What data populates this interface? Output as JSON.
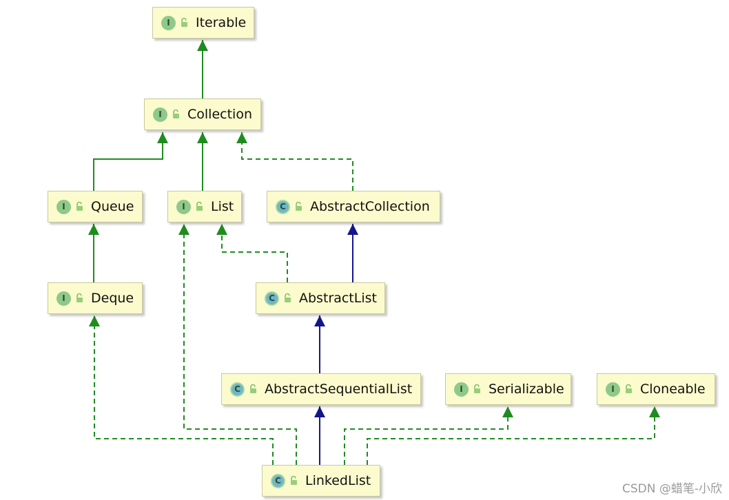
{
  "nodes": [
    {
      "id": "iterable",
      "label": "Iterable",
      "kind": "interface",
      "badge": "I"
    },
    {
      "id": "collection",
      "label": "Collection",
      "kind": "interface",
      "badge": "I"
    },
    {
      "id": "queue",
      "label": "Queue",
      "kind": "interface",
      "badge": "I"
    },
    {
      "id": "list",
      "label": "List",
      "kind": "interface",
      "badge": "I"
    },
    {
      "id": "abstractcollection",
      "label": "AbstractCollection",
      "kind": "abstract-class",
      "badge": "C"
    },
    {
      "id": "deque",
      "label": "Deque",
      "kind": "interface",
      "badge": "I"
    },
    {
      "id": "abstractlist",
      "label": "AbstractList",
      "kind": "abstract-class",
      "badge": "C"
    },
    {
      "id": "abstractsequentiallist",
      "label": "AbstractSequentialList",
      "kind": "abstract-class",
      "badge": "C"
    },
    {
      "id": "serializable",
      "label": "Serializable",
      "kind": "interface",
      "badge": "I"
    },
    {
      "id": "cloneable",
      "label": "Cloneable",
      "kind": "interface",
      "badge": "I"
    },
    {
      "id": "linkedlist",
      "label": "LinkedList",
      "kind": "class",
      "badge": "C"
    }
  ],
  "edges": [
    {
      "from": "collection",
      "to": "iterable",
      "type": "extends-interface"
    },
    {
      "from": "queue",
      "to": "collection",
      "type": "extends-interface"
    },
    {
      "from": "list",
      "to": "collection",
      "type": "extends-interface"
    },
    {
      "from": "abstractcollection",
      "to": "collection",
      "type": "implements"
    },
    {
      "from": "deque",
      "to": "queue",
      "type": "extends-interface"
    },
    {
      "from": "abstractlist",
      "to": "list",
      "type": "implements"
    },
    {
      "from": "abstractlist",
      "to": "abstractcollection",
      "type": "extends-class"
    },
    {
      "from": "abstractsequentiallist",
      "to": "abstractlist",
      "type": "extends-class"
    },
    {
      "from": "linkedlist",
      "to": "abstractsequentiallist",
      "type": "extends-class"
    },
    {
      "from": "linkedlist",
      "to": "deque",
      "type": "implements"
    },
    {
      "from": "linkedlist",
      "to": "list",
      "type": "implements"
    },
    {
      "from": "linkedlist",
      "to": "serializable",
      "type": "implements"
    },
    {
      "from": "linkedlist",
      "to": "cloneable",
      "type": "implements"
    }
  ],
  "colors": {
    "interface_edge": "#1e8c1e",
    "class_edge": "#14148c",
    "node_fill": "#fbfbcd",
    "node_border": "#c9c99a"
  },
  "watermark": "CSDN @蜡笔-小欣"
}
